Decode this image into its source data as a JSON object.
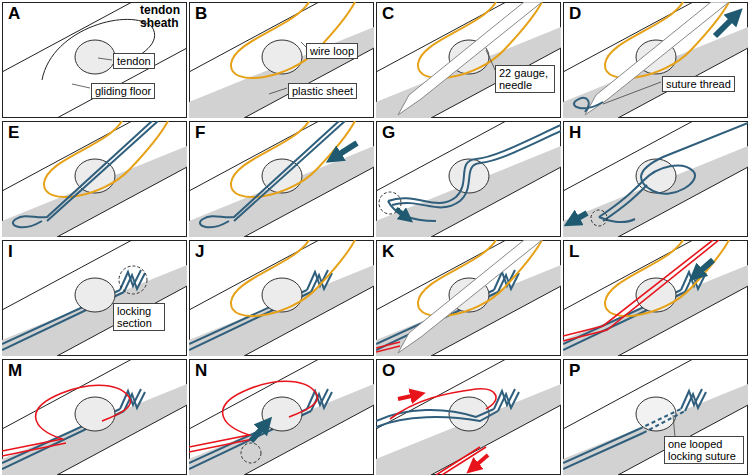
{
  "diagram": {
    "nodes": [
      {
        "text": [
          "A"
        ]
      },
      {
        "text": [
          "tendon"
        ],
        "in": 0
      },
      {
        "text": [
          "gliding floor"
        ],
        "in": 0
      },
      {
        "text": [
          "B"
        ]
      },
      {
        "text": [
          "wire loop"
        ],
        "in": 3
      },
      {
        "text": [
          "plastic sheet"
        ],
        "in": 3
      },
      {
        "text": [
          "C"
        ]
      },
      {
        "text": [
          "22 gauge, needle"
        ],
        "in": 6
      },
      {
        "text": [
          "D"
        ]
      },
      {
        "text": [
          "suture thread"
        ],
        "in": 8
      },
      {
        "text": [
          "E"
        ]
      },
      {
        "text": [
          "F"
        ]
      },
      {
        "text": [
          "G"
        ]
      },
      {
        "text": [
          "H"
        ]
      },
      {
        "text": [
          "I"
        ]
      },
      {
        "text": [
          "locking section"
        ],
        "in": 14
      },
      {
        "text": [
          "J"
        ]
      },
      {
        "text": [
          "K"
        ]
      },
      {
        "text": [
          "L"
        ]
      },
      {
        "text": [
          "M"
        ]
      },
      {
        "text": [
          "N"
        ]
      },
      {
        "text": [
          "O"
        ]
      },
      {
        "text": [
          "P"
        ]
      },
      {
        "text": [
          "one looped locking suture"
        ],
        "in": 22
      }
    ],
    "labels": [
      "tendon sheath"
    ]
  }
}
